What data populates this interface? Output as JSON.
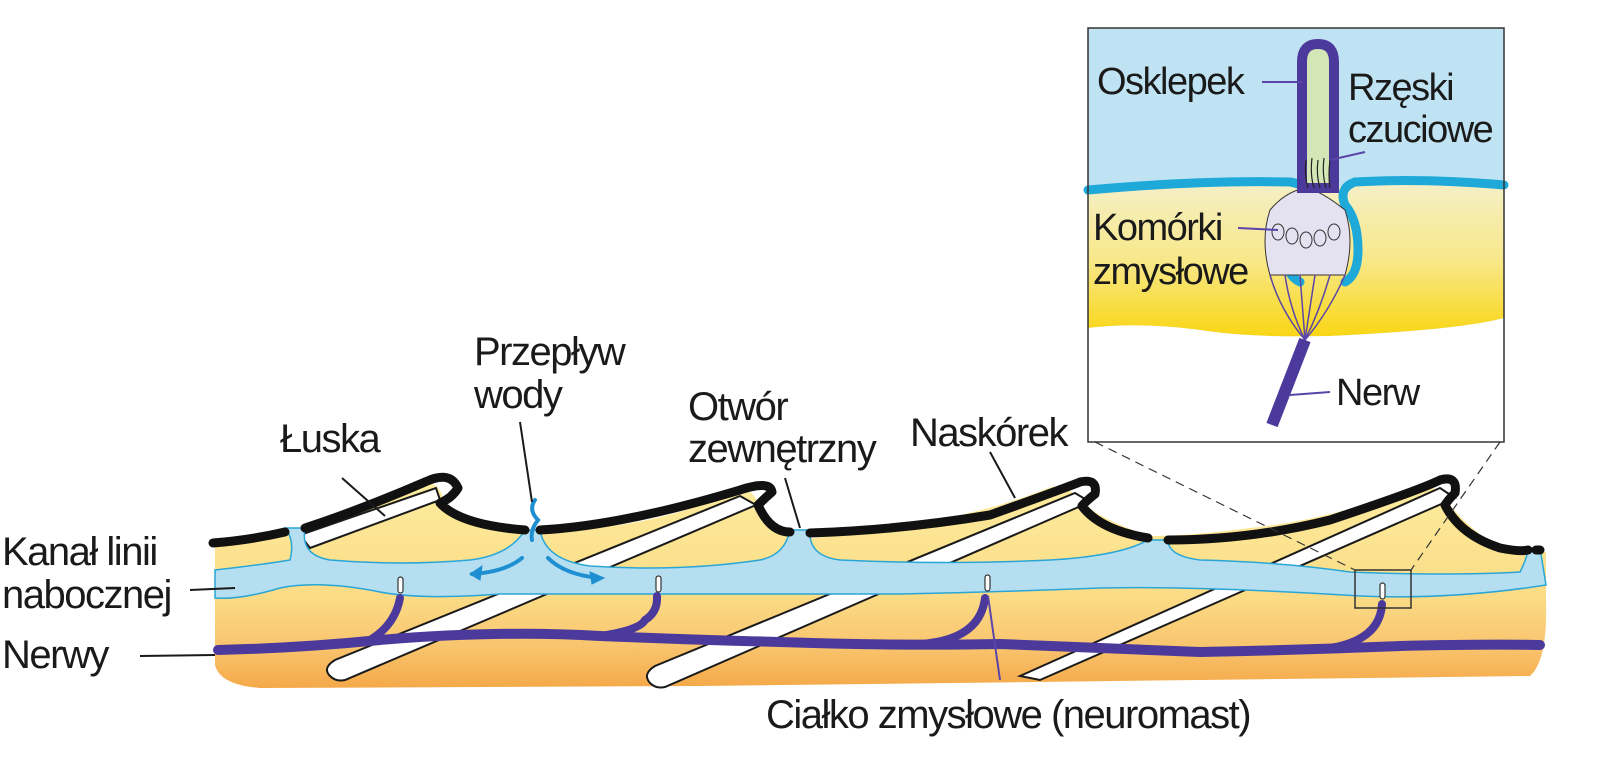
{
  "diagram": {
    "title": "Linia boczna ryby — budowa kanału i neuromastu",
    "colors": {
      "water": "#b8dff0",
      "canal": "#a9d8ef",
      "canal_edge": "#2aa6d6",
      "tissue_light": "#fbe8a4",
      "tissue_dark": "#f6b35c",
      "skin": "#111111",
      "nerve": "#4b3a9c",
      "scale": "#ffffff",
      "cupula": "#d6e6b8",
      "flow_arrow": "#1e8fd0",
      "inset_yellow": "#f7d622"
    },
    "main_labels": {
      "scale": "Łuska",
      "water_flow_1": "Przepływ",
      "water_flow_2": "wody",
      "pore_1": "Otwór",
      "pore_2": "zewnętrzny",
      "epidermis": "Naskórek",
      "canal_1": "Kanał linii",
      "canal_2": "nabocznej",
      "nerves": "Nerwy",
      "neuromast": "Ciałko zmysłowe (neuromast)"
    },
    "inset_labels": {
      "cupula": "Osklepek",
      "cilia_1": "Rzęski",
      "cilia_2": "czuciowe",
      "cells_1": "Komórki",
      "cells_2": "zmysłowe",
      "nerve": "Nerw"
    }
  }
}
